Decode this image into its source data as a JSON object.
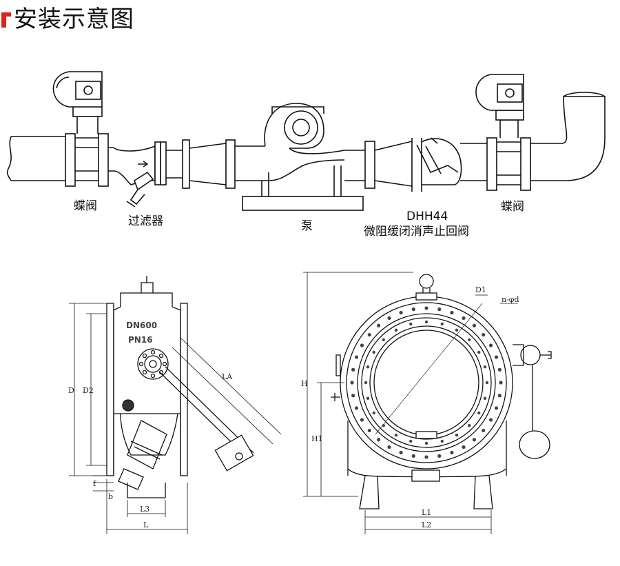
{
  "header": {
    "title": "安装示意图",
    "accent_color": "#d8261c"
  },
  "installation": {
    "labels": {
      "butterfly_left": "蝶阀",
      "filter": "过滤器",
      "pump": "泵",
      "check_valve_model": "DHH44",
      "check_valve_name": "微阻缓闭消声止回阀",
      "butterfly_right": "蝶阀"
    }
  },
  "side_view": {
    "body_marking_dn": "DN600",
    "body_marking_pn": "PN16",
    "dims": {
      "D": "D",
      "D2": "D2",
      "LA": "LA",
      "f": "f",
      "b": "b",
      "L3": "L3",
      "L": "L"
    }
  },
  "front_view": {
    "dims": {
      "D1": "D1",
      "nd": "n-φd",
      "H": "H",
      "H1": "H1",
      "L1": "L1",
      "L2": "L2"
    }
  }
}
